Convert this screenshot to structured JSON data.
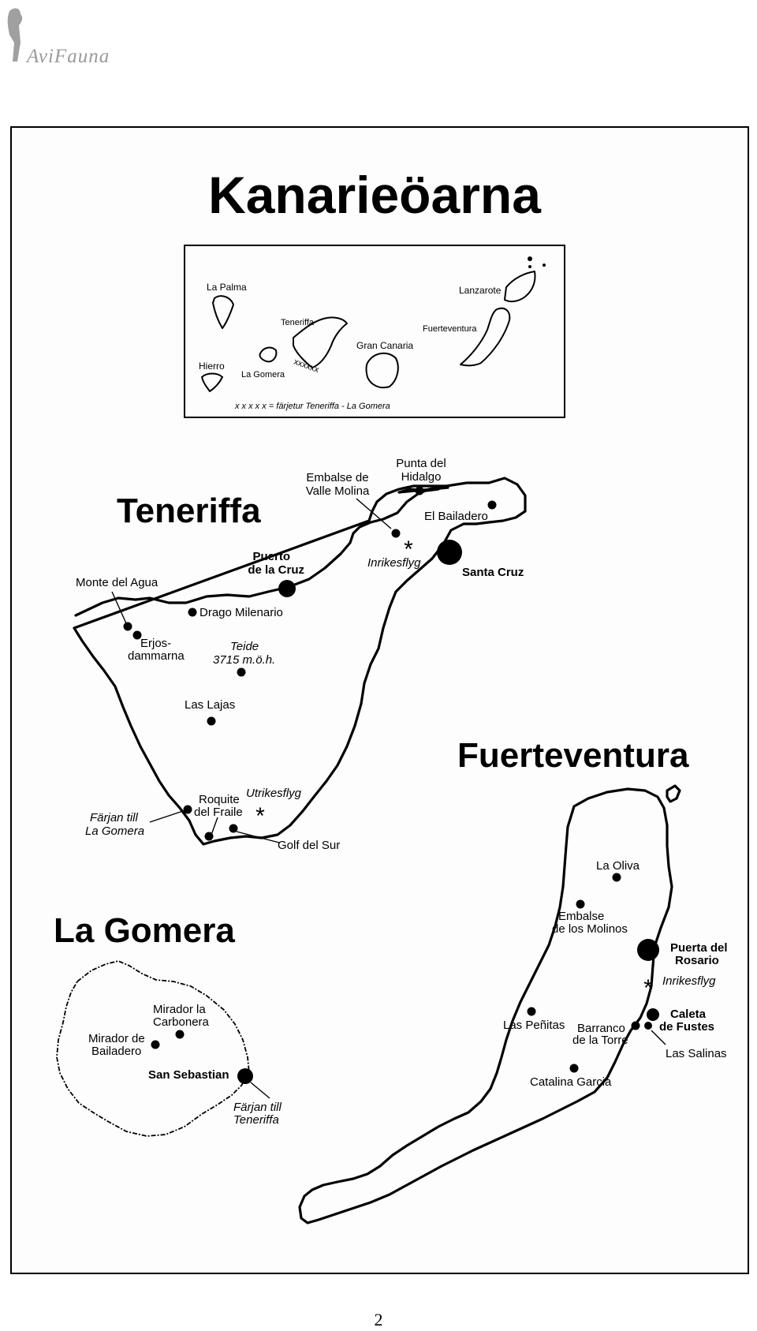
{
  "brand": {
    "name": "AviFauna"
  },
  "page_number": "2",
  "map_title": "Kanarieöarna",
  "inset": {
    "islands": [
      "La Palma",
      "Teneriffa",
      "Lanzarote",
      "Fuerteventura",
      "Gran Canaria",
      "Hierro",
      "La Gomera"
    ],
    "ferry_marker": "xxxxxx",
    "legend": "x x x x x = färjetur Teneriffa - La Gomera"
  },
  "tenerife": {
    "name": "Teneriffa",
    "places": {
      "punta_del_hidalgo": [
        "Punta del",
        "Hidalgo"
      ],
      "embalse": [
        "Embalse de",
        "Valle Molina"
      ],
      "el_bailadero": "El Bailadero",
      "inrikesflyg": "Inrikesflyg",
      "santa_cruz": "Santa Cruz",
      "puerto": [
        "Puerto",
        "de la Cruz"
      ],
      "monte_del_agua": "Monte del Agua",
      "drago": "Drago Milenario",
      "erjos": [
        "Erjos-",
        "dammarna"
      ],
      "teide": [
        "Teide",
        "3715 m.ö.h."
      ],
      "las_lajas": "Las Lajas",
      "utrikesflyg": "Utrikesflyg",
      "roquite": [
        "Roquite",
        "del Fraile"
      ],
      "farjan": [
        "Färjan till",
        "La Gomera"
      ],
      "golf": "Golf del Sur"
    }
  },
  "gomera": {
    "name": "La Gomera",
    "places": {
      "carbonera": [
        "Mirador la",
        "Carbonera"
      ],
      "bailadero": [
        "Mirador de",
        "Bailadero"
      ],
      "san_sebastian": "San Sebastian",
      "farjan": [
        "Färjan till",
        "Teneriffa"
      ]
    }
  },
  "fuerteventura": {
    "name": "Fuerteventura",
    "places": {
      "la_oliva": "La Oliva",
      "embalse": [
        "Embalse",
        "de los Molinos"
      ],
      "puerta": [
        "Puerta del",
        "Rosario"
      ],
      "inrikesflyg": "Inrikesflyg",
      "caleta": [
        "Caleta",
        "de Fustes"
      ],
      "las_penitas": "Las Peñitas",
      "barranco": [
        "Barranco",
        "de la Torre"
      ],
      "las_salinas": "Las Salinas",
      "catalina": "Catalina Garcia"
    }
  }
}
